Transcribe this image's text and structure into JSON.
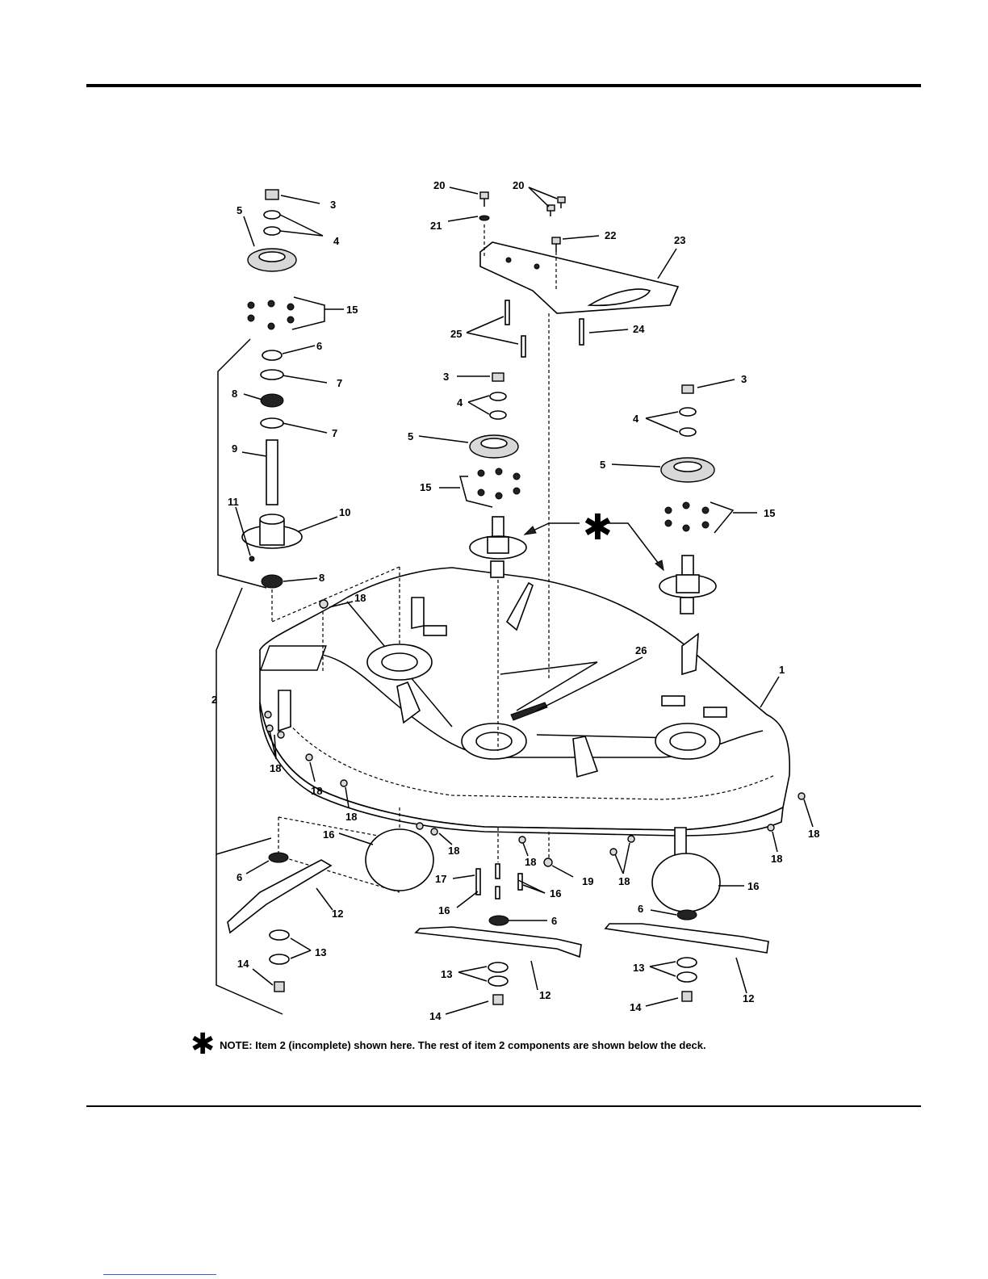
{
  "note": {
    "symbol": "✱",
    "text": "NOTE: Item 2 (incomplete) shown here.  The rest of item 2 components are shown below the deck."
  },
  "asterisk": "✱",
  "callouts": [
    {
      "id": "c3a",
      "label": "3"
    },
    {
      "id": "c4a",
      "label": "4"
    },
    {
      "id": "c5a",
      "label": "5"
    },
    {
      "id": "c15a",
      "label": "15"
    },
    {
      "id": "c6a",
      "label": "6"
    },
    {
      "id": "c7a",
      "label": "7"
    },
    {
      "id": "c8a",
      "label": "8"
    },
    {
      "id": "c7b",
      "label": "7"
    },
    {
      "id": "c9",
      "label": "9"
    },
    {
      "id": "c11",
      "label": "11"
    },
    {
      "id": "c10",
      "label": "10"
    },
    {
      "id": "c8b",
      "label": "8"
    },
    {
      "id": "c2",
      "label": "2"
    },
    {
      "id": "c20a",
      "label": "20"
    },
    {
      "id": "c20b",
      "label": "20"
    },
    {
      "id": "c21",
      "label": "21"
    },
    {
      "id": "c22",
      "label": "22"
    },
    {
      "id": "c23",
      "label": "23"
    },
    {
      "id": "c25",
      "label": "25"
    },
    {
      "id": "c24",
      "label": "24"
    },
    {
      "id": "c3b",
      "label": "3"
    },
    {
      "id": "c4b",
      "label": "4"
    },
    {
      "id": "c5b",
      "label": "5"
    },
    {
      "id": "c15b",
      "label": "15"
    },
    {
      "id": "c3c",
      "label": "3"
    },
    {
      "id": "c4c",
      "label": "4"
    },
    {
      "id": "c5c",
      "label": "5"
    },
    {
      "id": "c15c",
      "label": "15"
    },
    {
      "id": "c18a",
      "label": "18"
    },
    {
      "id": "c26",
      "label": "26"
    },
    {
      "id": "c1",
      "label": "1"
    },
    {
      "id": "c18b",
      "label": "18"
    },
    {
      "id": "c18c",
      "label": "18"
    },
    {
      "id": "c18d",
      "label": "18"
    },
    {
      "id": "c18e",
      "label": "18"
    },
    {
      "id": "c18f",
      "label": "18"
    },
    {
      "id": "c18g",
      "label": "18"
    },
    {
      "id": "c18h",
      "label": "18"
    },
    {
      "id": "c18i",
      "label": "18"
    },
    {
      "id": "c16a",
      "label": "16"
    },
    {
      "id": "c16b",
      "label": "16"
    },
    {
      "id": "c16c",
      "label": "16"
    },
    {
      "id": "c16d",
      "label": "16"
    },
    {
      "id": "c17",
      "label": "17"
    },
    {
      "id": "c19",
      "label": "19"
    },
    {
      "id": "c6b",
      "label": "6"
    },
    {
      "id": "c6c",
      "label": "6"
    },
    {
      "id": "c6d",
      "label": "6"
    },
    {
      "id": "c12a",
      "label": "12"
    },
    {
      "id": "c12b",
      "label": "12"
    },
    {
      "id": "c12c",
      "label": "12"
    },
    {
      "id": "c13a",
      "label": "13"
    },
    {
      "id": "c13b",
      "label": "13"
    },
    {
      "id": "c13c",
      "label": "13"
    },
    {
      "id": "c14a",
      "label": "14"
    },
    {
      "id": "c14b",
      "label": "14"
    },
    {
      "id": "c14c",
      "label": "14"
    }
  ]
}
